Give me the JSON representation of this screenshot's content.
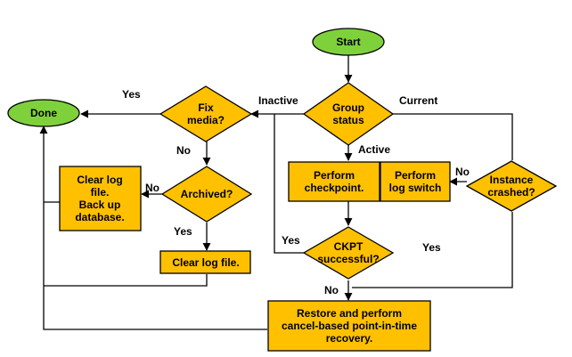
{
  "colors": {
    "terminal": "#7FD13B",
    "process": "#FFC000",
    "decision": "#FFC000",
    "line": "#000000"
  },
  "nodes": {
    "start": {
      "text": [
        "Start"
      ]
    },
    "done": {
      "text": [
        "Done"
      ]
    },
    "group_status": {
      "text": [
        "Group",
        "status"
      ]
    },
    "fix_media": {
      "text": [
        "Fix",
        "media?"
      ]
    },
    "archived": {
      "text": [
        "Archived?"
      ]
    },
    "clear_log_backup": {
      "text": [
        "Clear log",
        "file.",
        "Back up",
        "database."
      ]
    },
    "clear_log": {
      "text": [
        "Clear log file."
      ]
    },
    "perform_checkpoint": {
      "text": [
        "Perform",
        "checkpoint."
      ]
    },
    "perform_log_switch": {
      "text": [
        "Perform",
        "log switch"
      ]
    },
    "instance_crashed": {
      "text": [
        "Instance",
        "crashed?"
      ]
    },
    "ckpt_successful": {
      "text": [
        "CKPT",
        "successful?"
      ]
    },
    "restore": {
      "text": [
        "Restore and perform",
        "cancel-based point-in-time",
        "recovery."
      ]
    }
  },
  "edge_labels": {
    "fix_yes": "Yes",
    "inactive": "Inactive",
    "current": "Current",
    "active": "Active",
    "fix_no": "No",
    "archived_no": "No",
    "switch_no": "No",
    "archived_yes": "Yes",
    "ckpt_yes": "Yes",
    "crashed_yes": "Yes",
    "ckpt_no": "No"
  }
}
